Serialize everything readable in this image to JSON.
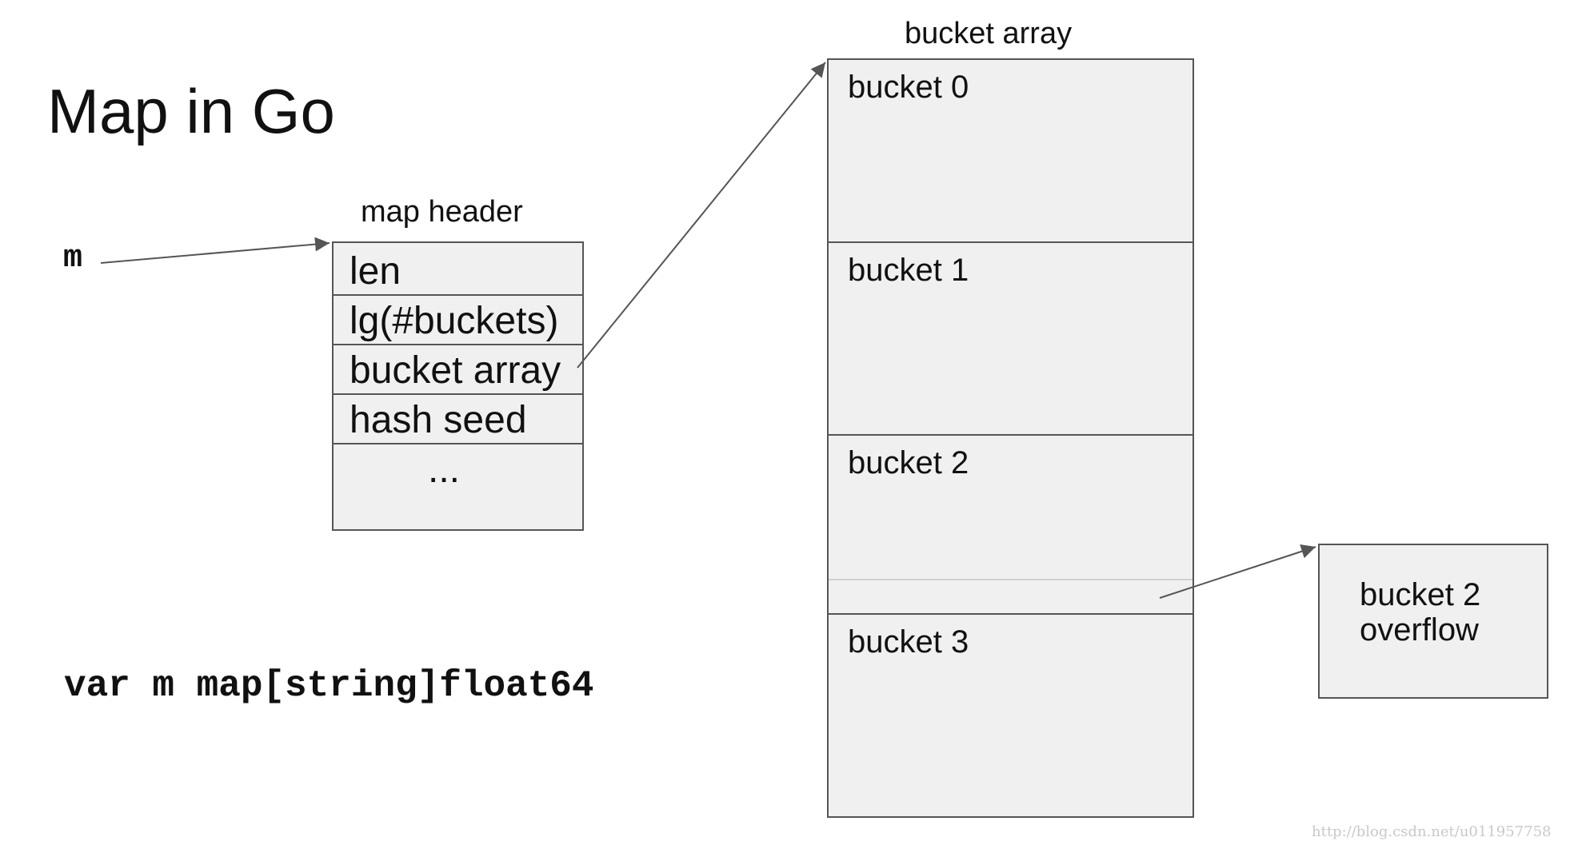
{
  "title": "Map in Go",
  "variable": "m",
  "declaration": "var m map[string]float64",
  "map_header": {
    "label": "map header",
    "fields": [
      "len",
      "lg(#buckets)",
      "bucket array",
      "hash seed",
      "..."
    ]
  },
  "bucket_array": {
    "label": "bucket array",
    "buckets": [
      "bucket 0",
      "bucket 1",
      "bucket 2",
      "bucket 3"
    ]
  },
  "overflow": {
    "line1": "bucket 2",
    "line2": "overflow"
  },
  "watermark": "http://blog.csdn.net/u011957758",
  "colors": {
    "box_fill": "#f0f0f0",
    "box_border": "#555555",
    "arrow": "#555555"
  }
}
